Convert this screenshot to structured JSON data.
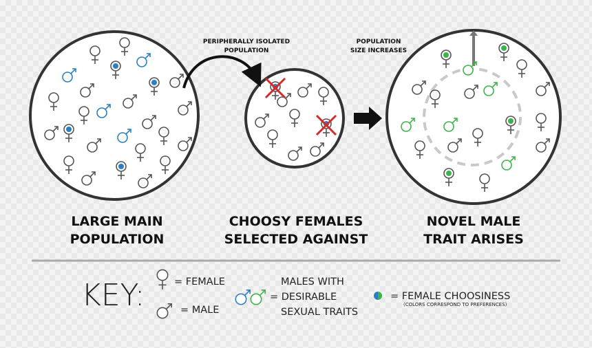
{
  "panels": [
    {
      "title_line1": "LARGE MAIN",
      "title_line2": "POPULATION"
    },
    {
      "title_line1": "CHOOSY FEMALES",
      "title_line2": "SELECTED AGAINST"
    },
    {
      "title_line1": "NOVEL MALE",
      "title_line2": "TRAIT ARISES"
    }
  ],
  "annotations": {
    "isolated_line1": "PERIPHERALLY ISOLATED",
    "isolated_line2": "POPULATION",
    "increase_line1": "POPULATION",
    "increase_line2": "SIZE INCREASES"
  },
  "key": {
    "label": "KEY:",
    "female": "= FEMALE",
    "male": "= MALE",
    "traits_line1": "MALES WITH",
    "traits_line2": "= DESIRABLE",
    "traits_line3": "SEXUAL TRAITS",
    "choosiness": "= FEMALE CHOOSINESS",
    "choosiness_note": "(COLORS CORRESPOND TO PREFERENCES)"
  },
  "colors": {
    "outline": "#333333",
    "symbol": "#555555",
    "blue_trait": "#2a7fc4",
    "green_trait": "#3cb44b",
    "cross": "#d42a2a",
    "divider": "#aaaaaa"
  }
}
